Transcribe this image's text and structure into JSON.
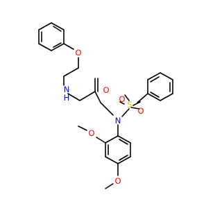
{
  "molecule": {
    "atoms": {
      "ether_O": {
        "symbol": "O",
        "color": "#ff0000"
      },
      "amide_NH": {
        "symbol": "N",
        "h_symbol": "H",
        "color": "#0000ff"
      },
      "carbonyl_O": {
        "symbol": "O",
        "color": "#ff0000"
      },
      "sulfonamide_N": {
        "symbol": "N",
        "color": "#0000ff"
      },
      "S": {
        "symbol": "S",
        "color": "#cccc00"
      },
      "sulfonyl_O1": {
        "symbol": "O",
        "color": "#ff0000"
      },
      "sulfonyl_O2": {
        "symbol": "O",
        "color": "#ff0000"
      },
      "methoxy_O1": {
        "symbol": "O",
        "color": "#ff0000"
      },
      "methoxy_O2": {
        "symbol": "O",
        "color": "#ff0000"
      }
    },
    "bond_color": "#000000",
    "background": "#ffffff"
  }
}
